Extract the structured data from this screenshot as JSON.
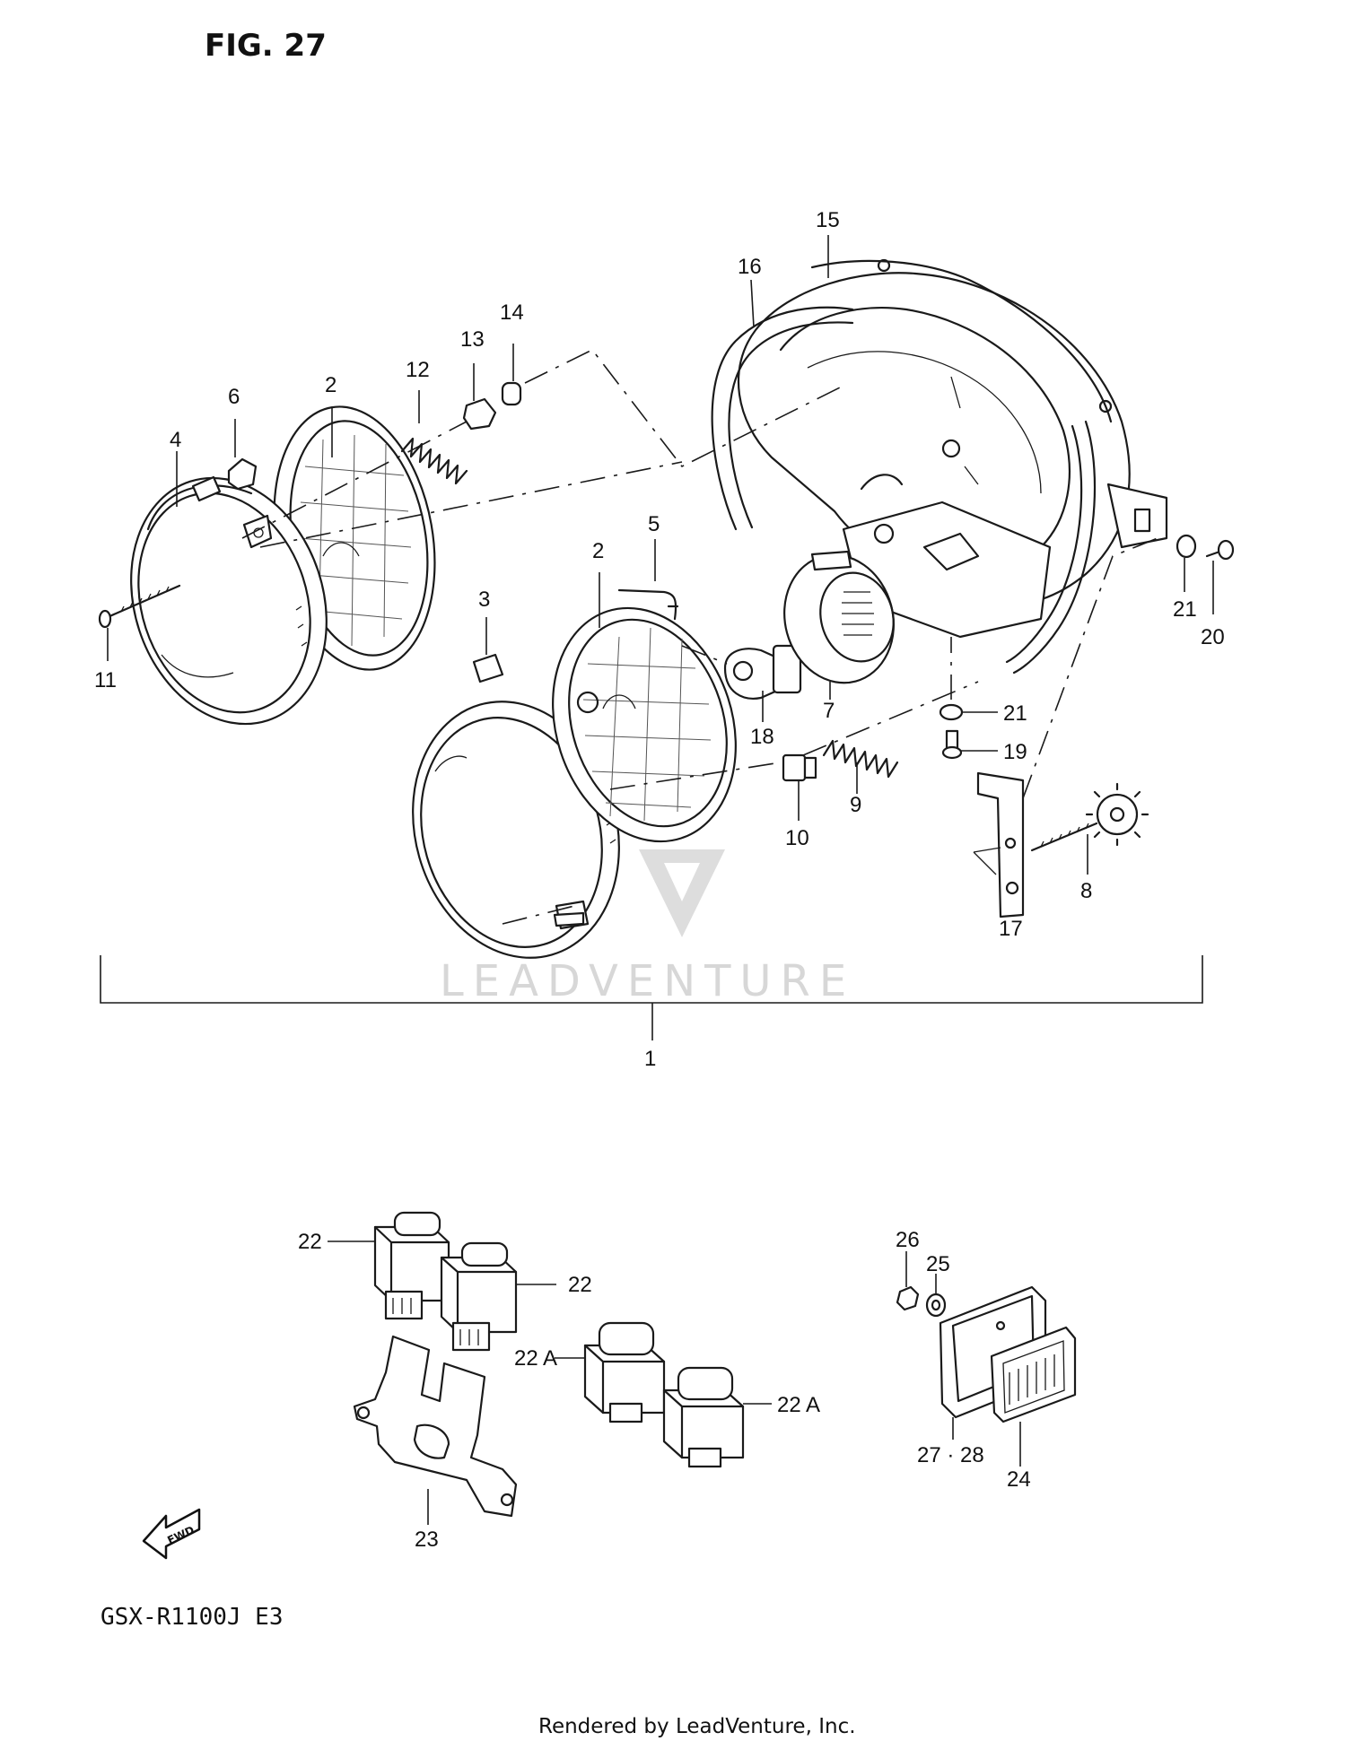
{
  "figure": {
    "title": "FIG. 27",
    "model": "GSX-R1100J  E3",
    "footer": "Rendered by LeadVenture, Inc.",
    "watermark": "LEADVENTURE",
    "direction_badge": "FWD"
  },
  "callouts": {
    "c1": "1",
    "c2a": "2",
    "c2b": "2",
    "c3": "3",
    "c4": "4",
    "c5": "5",
    "c6": "6",
    "c7": "7",
    "c8": "8",
    "c9": "9",
    "c10": "10",
    "c11": "11",
    "c12": "12",
    "c13": "13",
    "c14": "14",
    "c15": "15",
    "c16": "16",
    "c17": "17",
    "c18": "18",
    "c19": "19",
    "c20": "20",
    "c21a": "21",
    "c21b": "21",
    "c22a": "22",
    "c22b": "22",
    "c22Aa": "22 A",
    "c22Ab": "22 A",
    "c23": "23",
    "c24": "24",
    "c25": "25",
    "c26": "26",
    "c2728": "27 · 28"
  },
  "colors": {
    "ink": "#1a1a1a",
    "watermark": "#d7d7d7",
    "background": "#ffffff"
  },
  "icons": [
    "headlight-housing",
    "headlight-lens",
    "headlight-rim",
    "bulb",
    "spring",
    "relay",
    "bracket",
    "reflector",
    "fwd-arrow"
  ]
}
